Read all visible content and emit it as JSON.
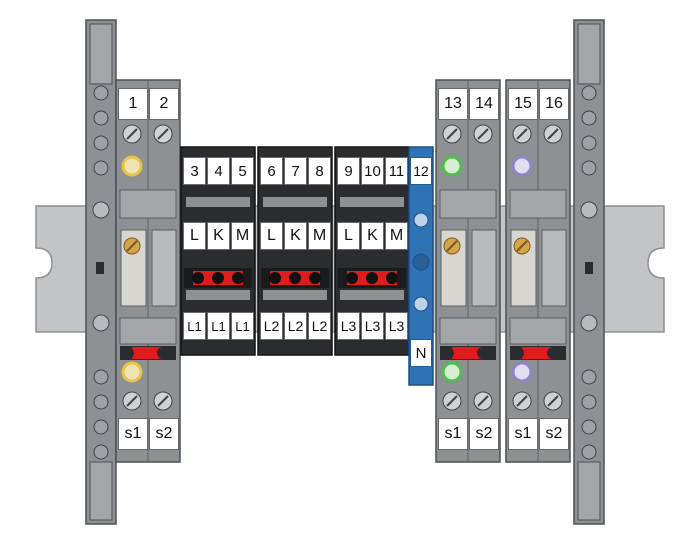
{
  "colors": {
    "rail": "#c2c4c6",
    "grey_block": "#8e9194",
    "grey_dark": "#5d6064",
    "black_block": "#2a2c2f",
    "blue_block": "#2f73b7",
    "jumper_red": "#e01c1c",
    "ring_yellow": "#e8c24a",
    "ring_green": "#4fbf4a",
    "ring_purple": "#8f84c4",
    "screw_brass": "#d6a54a"
  },
  "terminals": {
    "top": [
      "1",
      "2",
      "13",
      "14",
      "15",
      "16"
    ],
    "center_top": [
      "3",
      "4",
      "5",
      "6",
      "7",
      "8",
      "9",
      "10",
      "11",
      "12"
    ],
    "center_mid": [
      "L",
      "K",
      "M",
      "L",
      "K",
      "M",
      "L",
      "K",
      "M"
    ],
    "center_bottom": [
      "L1",
      "L1",
      "L1",
      "L2",
      "L2",
      "L2",
      "L3",
      "L3",
      "L3"
    ],
    "neutral": "N",
    "bottom": [
      "s1",
      "s2",
      "s1",
      "s2",
      "s1",
      "s2"
    ]
  }
}
